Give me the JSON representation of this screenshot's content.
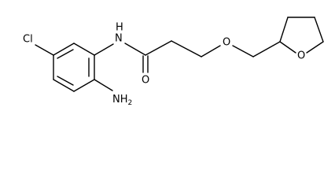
{
  "molecule": {
    "atom_labels": {
      "chlorine": "Cl",
      "amide_nh": "H",
      "amide_n": "N",
      "amide_o": "O",
      "ether_o": "O",
      "ring_o": "O",
      "amine_n": "NH",
      "amine_h_count": "2"
    }
  }
}
